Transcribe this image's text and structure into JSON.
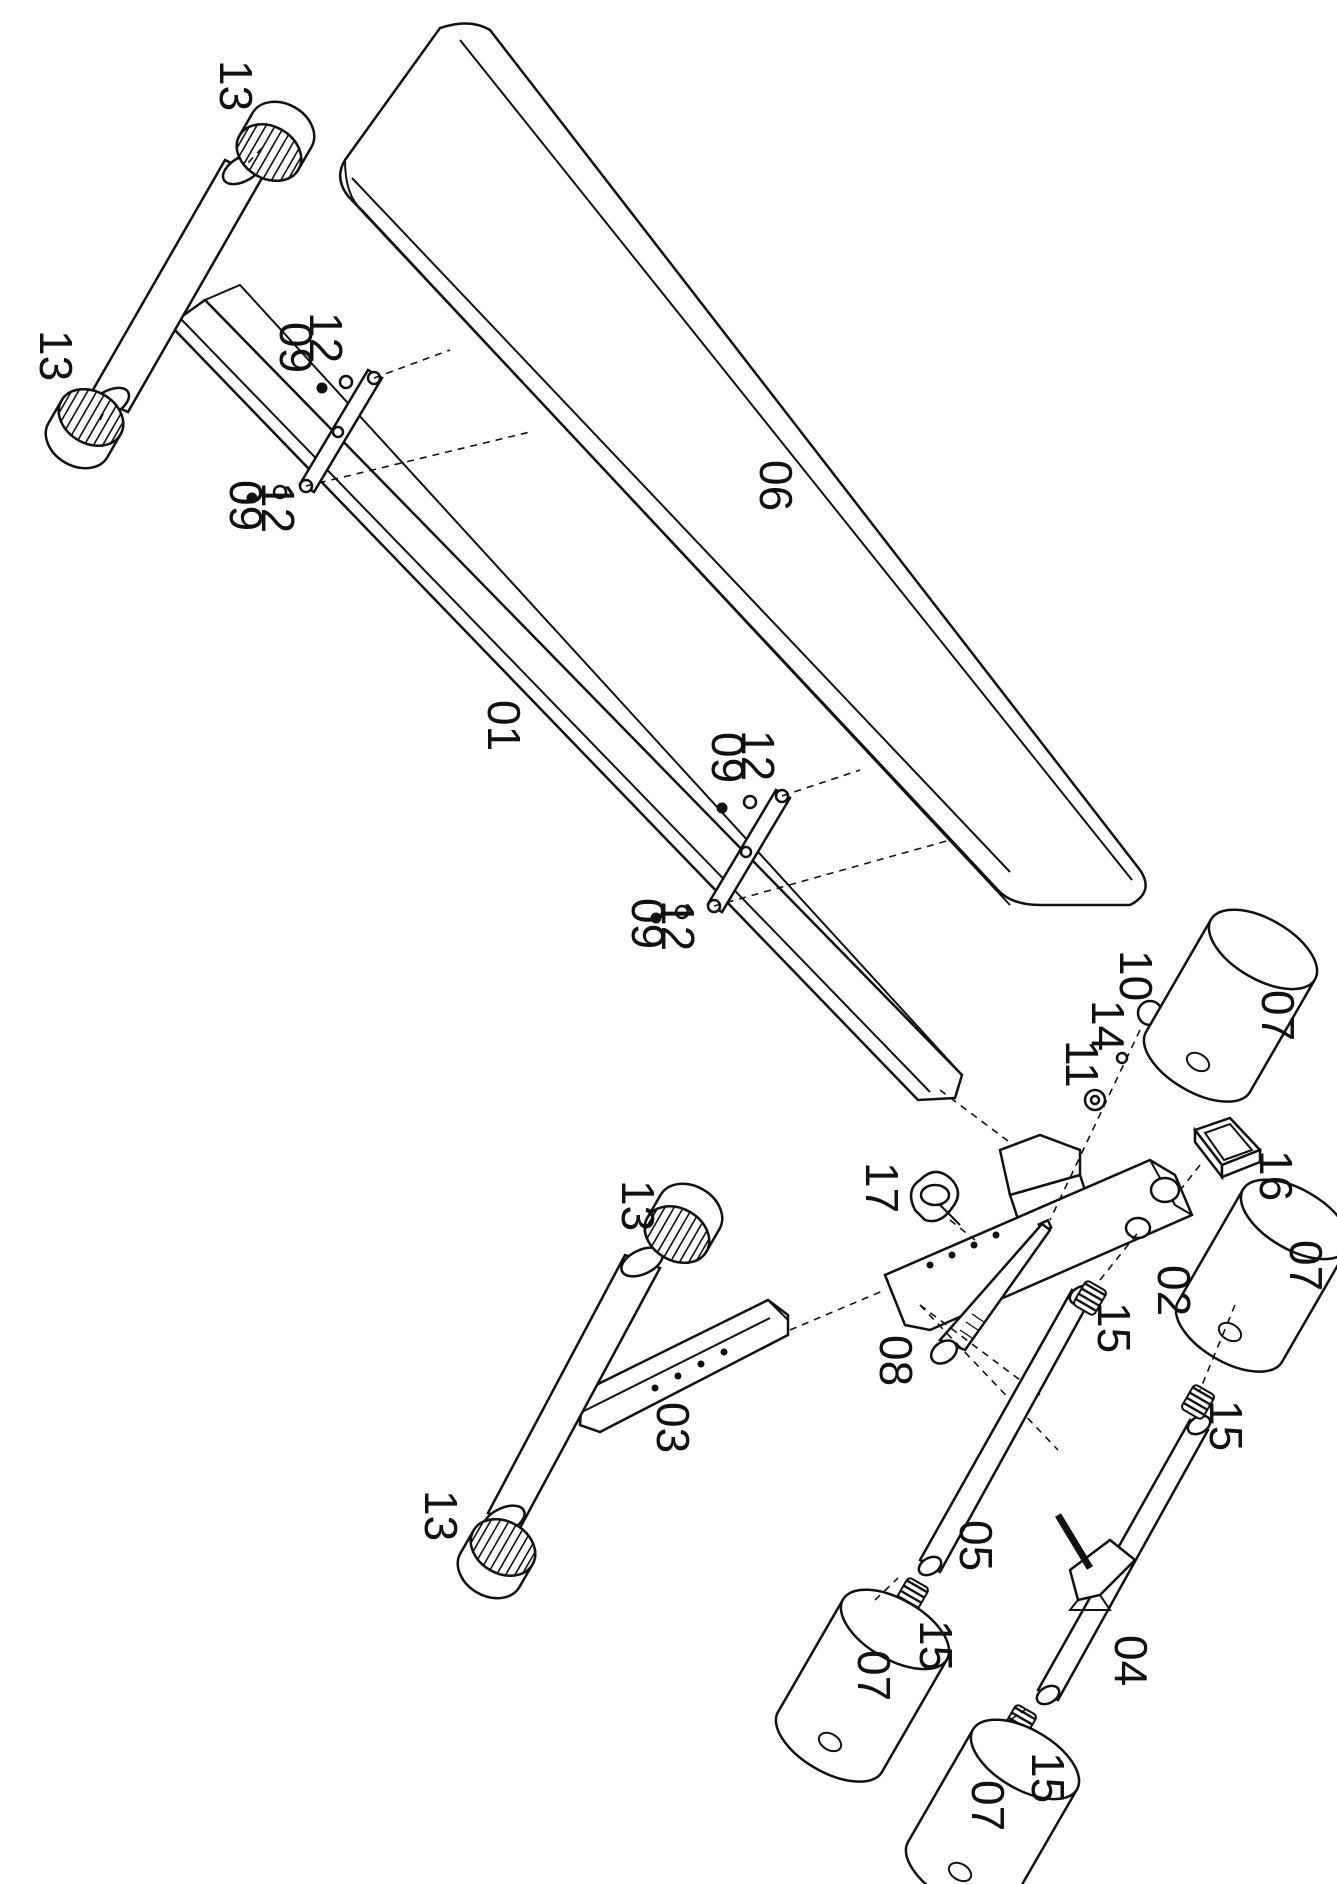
{
  "callouts": {
    "p01": "01",
    "p02": "02",
    "p03": "03",
    "p04": "04",
    "p05": "05",
    "p06": "06",
    "p07": "07",
    "p08": "08",
    "p09": "09",
    "p10": "10",
    "p11": "11",
    "p12": "12",
    "p13": "13",
    "p14": "14",
    "p15": "15",
    "p16": "16",
    "p17": "17"
  }
}
